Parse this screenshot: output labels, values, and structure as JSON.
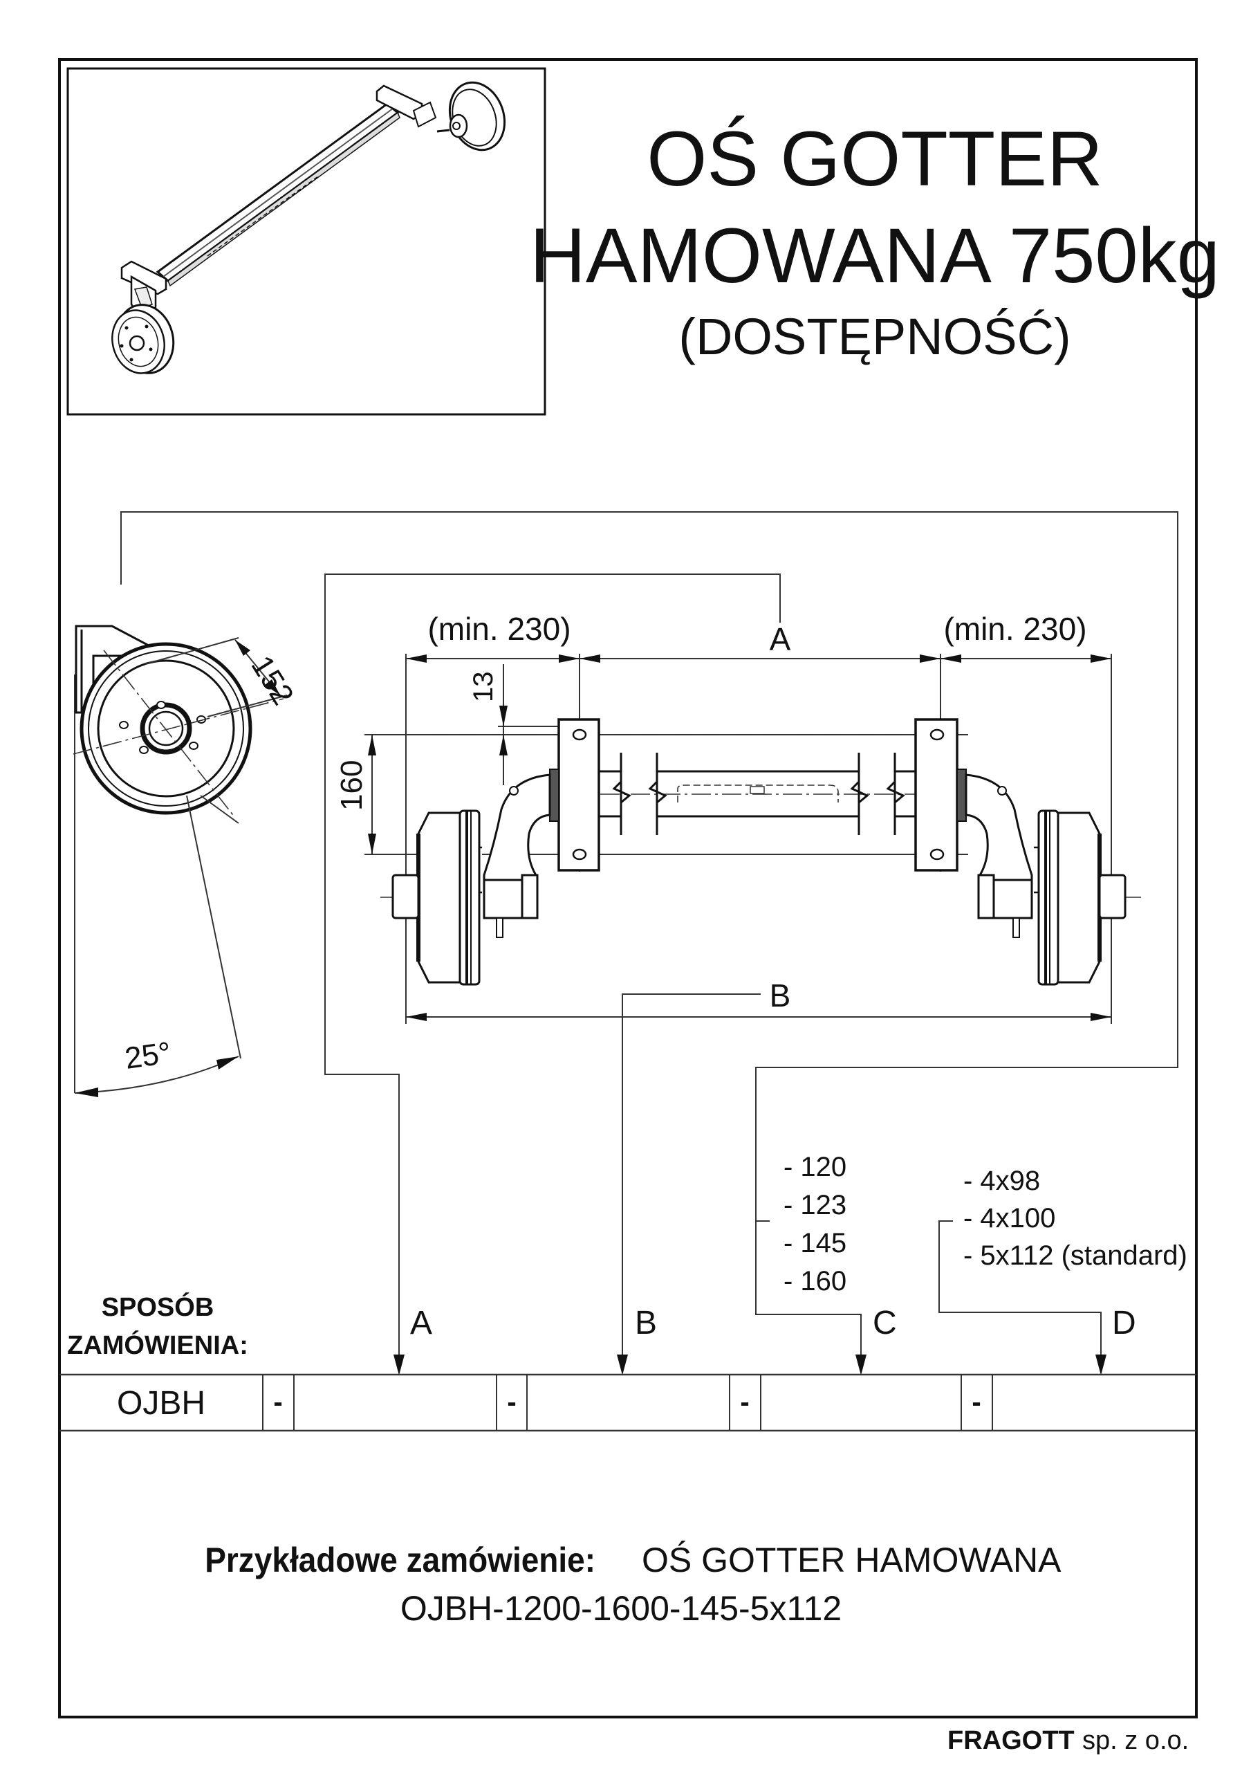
{
  "title": {
    "line1": "OŚ GOTTER",
    "line2": "HAMOWANA 750kg",
    "line3": "(DOSTĘPNOŚĆ)"
  },
  "drawing": {
    "side_view": {
      "dim_c_label": "C",
      "dim_152": "152",
      "angle": "25°"
    },
    "front_view": {
      "dim_min_left": "(min. 230)",
      "dim_min_right": "(min. 230)",
      "dim_a_label": "A",
      "dim_b_label": "B",
      "dim_13": "13",
      "dim_160": "160"
    }
  },
  "options": {
    "c_values": [
      "- 120",
      "- 123",
      "- 145",
      "- 160"
    ],
    "d_values": [
      "- 4x98",
      "- 4x100",
      "- 5x112 (standard)"
    ]
  },
  "order": {
    "heading_line1": "SPOSÓB",
    "heading_line2": "ZAMÓWIENIA:",
    "leader_labels": [
      "A",
      "B",
      "C",
      "D"
    ],
    "code_prefix": "OJBH",
    "separator": "-",
    "fields": [
      "",
      "",
      "",
      ""
    ]
  },
  "example": {
    "label": "Przykładowe zamówienie:",
    "product": "OŚ GOTTER HAMOWANA",
    "code": "OJBH-1200-1600-145-5x112"
  },
  "footer": {
    "company_bold": "FRAGOTT",
    "company_rest": "sp. z o.o."
  }
}
